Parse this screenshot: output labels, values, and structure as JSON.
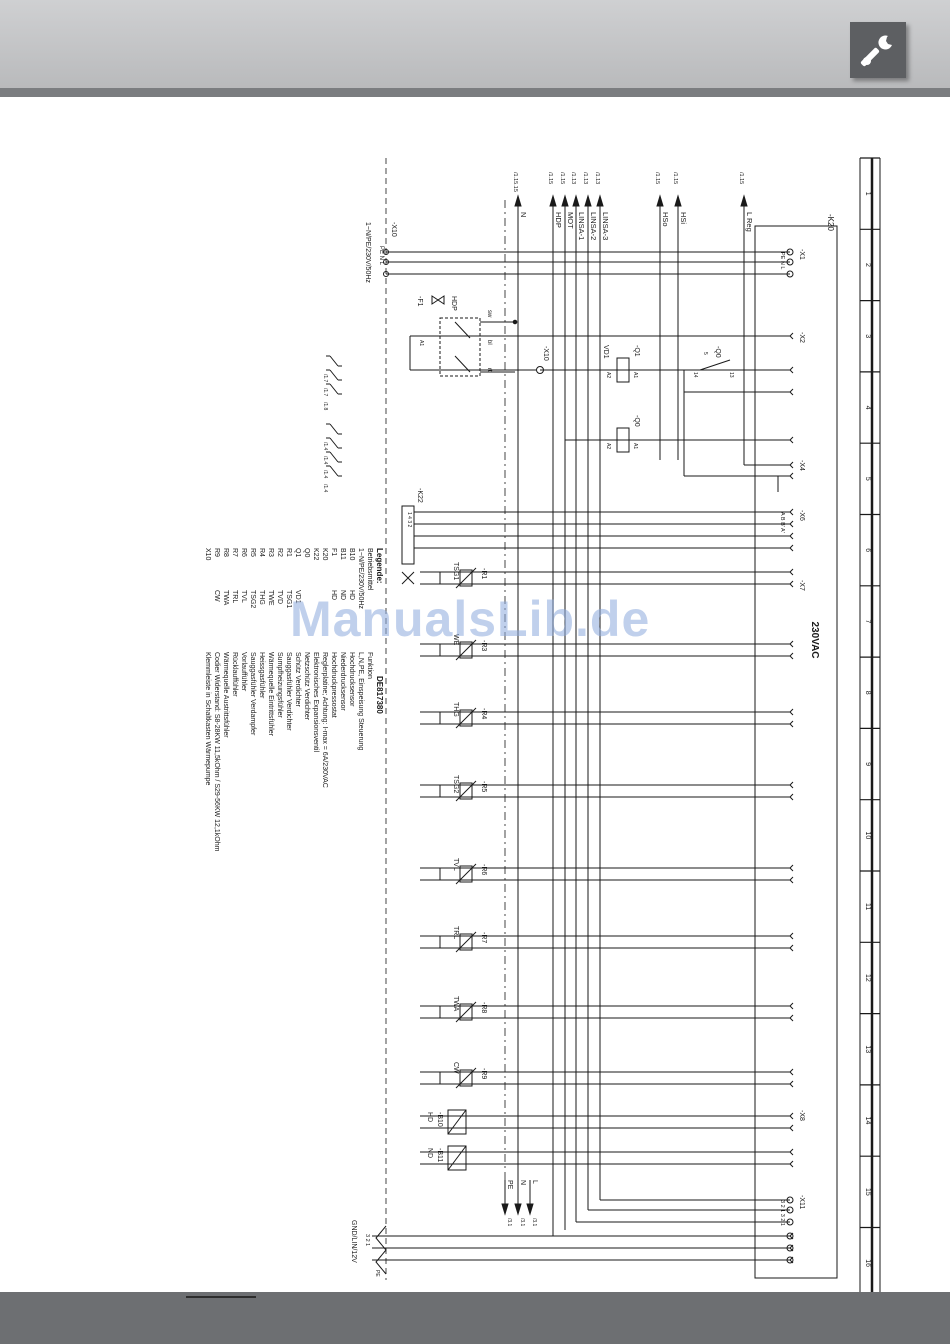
{
  "header": {
    "icon": "wrench-icon",
    "accent": "#5d5f62"
  },
  "grid_numbers": [
    "1",
    "2",
    "3",
    "4",
    "5",
    "6",
    "7",
    "8",
    "9",
    "10",
    "11",
    "12",
    "13",
    "14",
    "15",
    "16"
  ],
  "supply_label": "230VAC",
  "main_box": "-K20",
  "top_signals": [
    {
      "name": "L Reg",
      "ref": "/1.15"
    },
    {
      "name": "HSi",
      "ref": "/1.15"
    },
    {
      "name": "HSo",
      "ref": "/1.15"
    },
    {
      "name": "LINSA-3",
      "ref": "/1.13"
    },
    {
      "name": "LINSA-2",
      "ref": "/1.13"
    },
    {
      "name": "LINSA-1",
      "ref": "/1.13"
    },
    {
      "name": "MOT",
      "ref": "/1.15"
    },
    {
      "name": "HDP",
      "ref": "/1.15"
    },
    {
      "name": "N",
      "ref": "/1.15.15"
    }
  ],
  "terminals": {
    "x1": "-X1",
    "x1_pins": "PE N L",
    "x2": "-X2",
    "x4": "-X4",
    "x6": "-X6",
    "x6_pins": "A B B' A'",
    "x7": "-X7",
    "x8": "-X8",
    "x11": "-X11",
    "x11_pins": "3 2 1 3 2 1",
    "x10": "-X10"
  },
  "components": {
    "q0": "-Q0",
    "q0_a": "13",
    "q0_b": "14",
    "q0_c": "5",
    "q1": "-Q1",
    "q1_sub": "VD1",
    "k22": "-K22",
    "k22_pins": "1 4 3 2",
    "f1": "-F1",
    "hdp": "HDP",
    "a1": "A1",
    "a2": "A2"
  },
  "sensors": [
    {
      "id": "-R1",
      "name": "TSG1"
    },
    {
      "id": "-R3",
      "name": "WE"
    },
    {
      "id": "-R4",
      "name": "THG"
    },
    {
      "id": "-R5",
      "name": "TSG2"
    },
    {
      "id": "-R6",
      "name": "TVL"
    },
    {
      "id": "-R7",
      "name": "TRL"
    },
    {
      "id": "-R8",
      "name": "TWA"
    },
    {
      "id": "-R9",
      "name": "CW"
    }
  ],
  "pressure_sensors": [
    {
      "id": "-B10",
      "name": "HD"
    },
    {
      "id": "-B11",
      "name": "ND"
    }
  ],
  "bottom_signals": [
    {
      "name": "L",
      "ref": "/3.1"
    },
    {
      "name": "N",
      "ref": "/3.1"
    },
    {
      "name": "PE",
      "ref": "/3.1"
    }
  ],
  "left_power": {
    "name": "-X10",
    "lines": "PE N L",
    "spec": "1~N/PE/230V/50Hz"
  },
  "low_voltage": {
    "label": "GND/LIN/12V",
    "pins": "3 2 1",
    "pe": "PE"
  },
  "legend": {
    "title": "Legende:",
    "doc": "DE817380",
    "col1": "Betriebsmittel",
    "col2": "Funktion",
    "rows": [
      {
        "ref": "1~N/PE/230V/50Hz",
        "abbr": "",
        "desc": "L,N,PE, Einspeisung Steuerung"
      },
      {
        "ref": "B10",
        "abbr": "HD",
        "desc": "Hochdrucksensor"
      },
      {
        "ref": "B11",
        "abbr": "ND",
        "desc": "Niederdrucksensor"
      },
      {
        "ref": "F1",
        "abbr": "HD",
        "desc": "Hochdruckpressostat"
      },
      {
        "ref": "K20",
        "abbr": "",
        "desc": "Reglerplatine; Achtung: I-max = 6A/230VAC"
      },
      {
        "ref": "K22",
        "abbr": "",
        "desc": "Elektronisches Expansionsventil"
      },
      {
        "ref": "Q0",
        "abbr": "",
        "desc": "Netzschütz Verdichter"
      },
      {
        "ref": "Q1",
        "abbr": "VD1",
        "desc": "Schütz Verdichter"
      },
      {
        "ref": "R1",
        "abbr": "TSG1",
        "desc": "Sauggasfühler Verdichter"
      },
      {
        "ref": "R2",
        "abbr": "TVD",
        "desc": "Sumpfheizungsfühler"
      },
      {
        "ref": "R3",
        "abbr": "TWE",
        "desc": "Wärmequelle Eintrittsfühler"
      },
      {
        "ref": "R4",
        "abbr": "THG",
        "desc": "Heissgasfühler"
      },
      {
        "ref": "R5",
        "abbr": "TSG2",
        "desc": "Sauggasfühler Verdampfer"
      },
      {
        "ref": "R6",
        "abbr": "TVL",
        "desc": "Vorlauffühler"
      },
      {
        "ref": "R7",
        "abbr": "TRL",
        "desc": "Rücklauffühler"
      },
      {
        "ref": "R8",
        "abbr": "TWA",
        "desc": "Wärmequelle Austrittsfühler"
      },
      {
        "ref": "R9",
        "abbr": "CW",
        "desc": "Codier Widerstand: S8-28KW  11,5kOhm / S29-56KW  12,1kOhm"
      },
      {
        "ref": "X10",
        "abbr": "",
        "desc": "Klemmleiste in Schaltkasten Wärmepumpe"
      }
    ]
  },
  "contact_refs": {
    "q1_contacts": [
      "/1.7",
      "/1.7",
      "/1.8"
    ],
    "q0_contacts": [
      "/1.4",
      "/1.4",
      "/1.4",
      "/1.4"
    ]
  },
  "watermark": "ManualsLib.de"
}
